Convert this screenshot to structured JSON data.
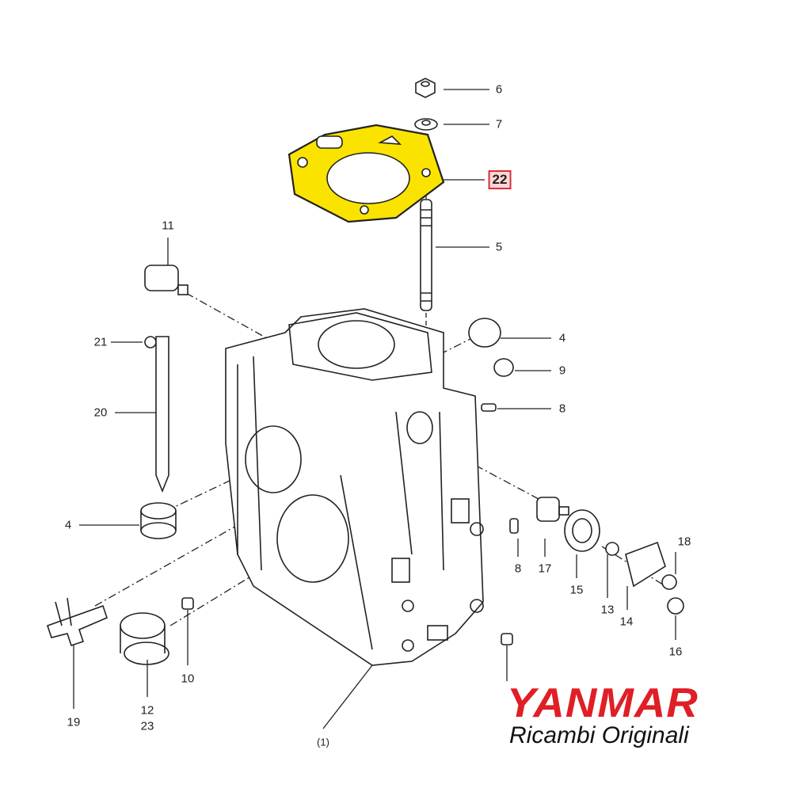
{
  "diagram": {
    "highlight_color": "#fbe300",
    "highlighted_part": "22",
    "callouts": {
      "p6": "6",
      "p7": "7",
      "p22": "22",
      "p5": "5",
      "p11": "11",
      "p21": "21",
      "p20": "20",
      "p4a": "4",
      "p9": "9",
      "p8a": "8",
      "p4b": "4",
      "p17": "17",
      "p8b": "8",
      "p15": "15",
      "p13": "13",
      "p14": "14",
      "p18": "18",
      "p16": "16",
      "p10": "10",
      "p12": "12",
      "p23": "23",
      "p19": "19",
      "p1": "(1)"
    }
  },
  "brand": {
    "name": "YANMAR",
    "tagline": "Ricambi Originali",
    "color": "#e01e26"
  }
}
